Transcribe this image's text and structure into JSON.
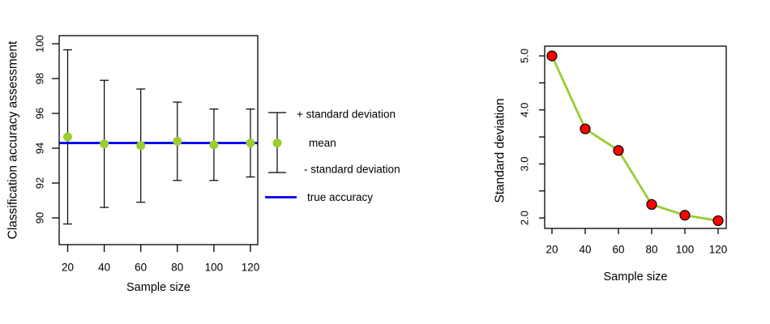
{
  "colors": {
    "background": "#ffffff",
    "axis": "#000000",
    "text": "#000000",
    "mean_point": "#9ACD32",
    "true_accuracy_line": "#0000EE",
    "sd_line": "#9ACD32",
    "sd_point_fill": "#FF0000",
    "sd_point_stroke": "#000000",
    "error_bar": "#000000"
  },
  "chart_data": [
    {
      "type": "scatter",
      "title": "",
      "xlabel": "Sample size",
      "ylabel": "Classification accuracy assessment",
      "x": [
        20,
        40,
        60,
        80,
        100,
        120
      ],
      "series": [
        {
          "name": "mean",
          "values": [
            94.65,
            94.25,
            94.15,
            94.4,
            94.2,
            94.3
          ]
        },
        {
          "name": "standard deviation",
          "values": [
            5.0,
            3.65,
            3.25,
            2.25,
            2.05,
            1.95
          ]
        }
      ],
      "true_accuracy": 94.3,
      "xticks": [
        20,
        40,
        60,
        80,
        100,
        120
      ],
      "xtick_labels": [
        "20",
        "40",
        "60",
        "80",
        "100",
        "120"
      ],
      "yticks": [
        90,
        92,
        94,
        96,
        98,
        100
      ],
      "ytick_labels": [
        "90",
        "92",
        "94",
        "96",
        "98",
        "100"
      ],
      "xlim": [
        16,
        124
      ],
      "ylim": [
        88.5,
        100.5
      ],
      "grid": false,
      "legend_position": "right-outside"
    },
    {
      "type": "line",
      "title": "",
      "xlabel": "Sample size",
      "ylabel": "Standard deviation",
      "x": [
        20,
        40,
        60,
        80,
        100,
        120
      ],
      "values": [
        5.0,
        3.65,
        3.25,
        2.25,
        2.05,
        1.95
      ],
      "xticks": [
        20,
        40,
        60,
        80,
        100,
        120
      ],
      "xtick_labels": [
        "20",
        "40",
        "60",
        "80",
        "100",
        "120"
      ],
      "yticks": [
        2.0,
        3.0,
        4.0,
        5.0
      ],
      "ytick_labels": [
        "2.0",
        "3.0",
        "4.0",
        "5.0"
      ],
      "yticks_minor": [
        2.5,
        3.5,
        4.5
      ],
      "xlim": [
        16,
        124
      ],
      "ylim": [
        1.8,
        5.15
      ],
      "grid": false
    }
  ],
  "legend": {
    "items": [
      {
        "label": "+ standard deviation"
      },
      {
        "label": "mean"
      },
      {
        "label": "- standard deviation"
      },
      {
        "label": "true accuracy"
      }
    ]
  }
}
